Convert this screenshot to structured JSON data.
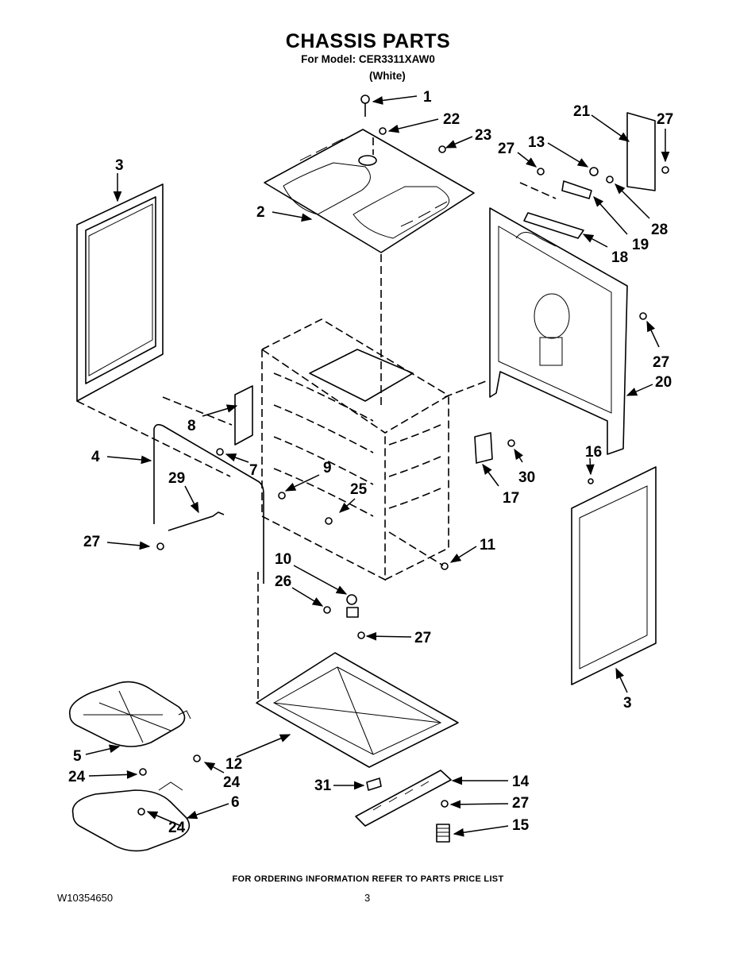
{
  "header": {
    "title": "CHASSIS PARTS",
    "model_line": "For Model: CER3311XAW0",
    "variant": "(White)"
  },
  "callouts": [
    {
      "id": "c1",
      "label": "1"
    },
    {
      "id": "c22",
      "label": "22"
    },
    {
      "id": "c23",
      "label": "23"
    },
    {
      "id": "c21",
      "label": "21"
    },
    {
      "id": "c27a",
      "label": "27"
    },
    {
      "id": "c27b",
      "label": "27"
    },
    {
      "id": "c13",
      "label": "13"
    },
    {
      "id": "c3a",
      "label": "3"
    },
    {
      "id": "c2",
      "label": "2"
    },
    {
      "id": "c28",
      "label": "28"
    },
    {
      "id": "c19",
      "label": "19"
    },
    {
      "id": "c18",
      "label": "18"
    },
    {
      "id": "c27c",
      "label": "27"
    },
    {
      "id": "c20",
      "label": "20"
    },
    {
      "id": "c8",
      "label": "8"
    },
    {
      "id": "c4",
      "label": "4"
    },
    {
      "id": "c7",
      "label": "7"
    },
    {
      "id": "c9",
      "label": "9"
    },
    {
      "id": "c29",
      "label": "29"
    },
    {
      "id": "c25",
      "label": "25"
    },
    {
      "id": "c30",
      "label": "30"
    },
    {
      "id": "c16",
      "label": "16"
    },
    {
      "id": "c17",
      "label": "17"
    },
    {
      "id": "c27d",
      "label": "27"
    },
    {
      "id": "c11",
      "label": "11"
    },
    {
      "id": "c10",
      "label": "10"
    },
    {
      "id": "c26",
      "label": "26"
    },
    {
      "id": "c27e",
      "label": "27"
    },
    {
      "id": "c3b",
      "label": "3"
    },
    {
      "id": "c5",
      "label": "5"
    },
    {
      "id": "c12",
      "label": "12"
    },
    {
      "id": "c24a",
      "label": "24"
    },
    {
      "id": "c24b",
      "label": "24"
    },
    {
      "id": "c6",
      "label": "6"
    },
    {
      "id": "c24c",
      "label": "24"
    },
    {
      "id": "c31",
      "label": "31"
    },
    {
      "id": "c14",
      "label": "14"
    },
    {
      "id": "c27f",
      "label": "27"
    },
    {
      "id": "c15",
      "label": "15"
    }
  ],
  "footer": {
    "ordering_note": "FOR ORDERING INFORMATION REFER TO PARTS PRICE LIST",
    "doc_number": "W10354650",
    "page_number": "3"
  }
}
